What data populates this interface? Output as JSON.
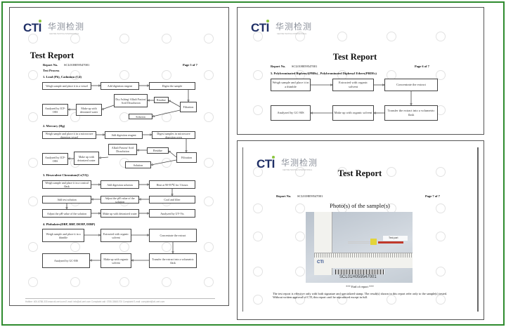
{
  "logo": {
    "brand": "CTI",
    "chinese": "华测检测",
    "subtitle": "CENTRE TESTING INTERNATIONAL",
    "watermark": "CTI"
  },
  "report": {
    "title": "Test Report",
    "report_no_label": "Report No.",
    "report_no": "SCL01H059547001"
  },
  "page5": {
    "page_label": "Page 5 of 7",
    "test_process": "Test Process",
    "sections": [
      {
        "title": "1.   Lead (Pb), Cadmium (Cd)",
        "boxes": [
          "Weigh sample and place it in a vessel",
          "Add digestion reagent",
          "Digest the sample",
          "Dry Ashing/ Alkali Fusion/ Acid Dissolution",
          "Residue",
          "Filtration",
          "Make up with deionized water",
          "Analyzed by ICP-OES",
          "Solution"
        ]
      },
      {
        "title": "2.   Mercury (Hg)",
        "boxes": [
          "Weigh sample and place it in a microwave digestion vessel",
          "Add digestion reagent",
          "Digest samples in microwave digestion oven",
          "Alkali Fusion/ Acid Dissolution",
          "Residue",
          "Filtration",
          "Make up with deionized water",
          "Analyzed by ICP-OES",
          "Solution"
        ]
      },
      {
        "title": "3.   Hexavalent Chromium(Cr(VI))",
        "boxes": [
          "Weigh sample and place it in a conical flask",
          "Add digestion solution",
          "Heat at 90-95℃  for 3 hours",
          "Add test solution",
          "Adjust the pH value of the solution",
          "Cool and filter",
          "Adjust the pH value of the solution",
          "Make up with deionized water",
          "Analyzed by UV-Vis"
        ]
      },
      {
        "title": "4.   Phthalates(DBP, BBP, DEHP, DIBP)",
        "boxes": [
          "Weigh sample and place it in a thimble",
          "Extracted with organic solvent",
          "Concentrate the extract",
          "Analyzed by GC-MS",
          "Make up with organic solvent",
          "Transfer the extract into a volumetric flask"
        ]
      }
    ],
    "footer": "Hotline: 400-6788-333     www.cti-cert.com     E-mail: info@cti-cert.com     Complaint call: 0755-33681700     Complaint E-mail: complaint@cti-cert.com"
  },
  "page6": {
    "page_label": "Page 6 of 7",
    "section": {
      "title": "5.   Polybrominated Biphenyl(PBBs) , Polybrominated Diphenyl Ethers(PBDEs)",
      "boxes": [
        "Weigh sample and place it in a thimble",
        "Extracted with organic solvent",
        "Concentrate the extract",
        "Analyzed by GC-MS",
        "Make up with organic solvent",
        "Transfer the extract into a volumetric flask"
      ]
    }
  },
  "page7": {
    "page_label": "Page 7 of 7",
    "photo_title": "Photo(s) of the sample(s)",
    "photo": {
      "label": "Test part",
      "ruler_brand": "CTI",
      "barcode_text": "SCL01H059547001"
    },
    "end": "*** End    of    report ***",
    "disclaimer": "The test report is effective only with both signature and specialized stamp. The result(s) shown in this report refer only to the sample(s) tested. Without written approval of CTI, this report can't be reproduced except in full."
  },
  "colors": {
    "frame": "#2e8b2e",
    "logo": "#1f2f66",
    "logo_dot": "#8cc63f",
    "arrow": "#c0392b",
    "sample": "#e3d43a"
  }
}
